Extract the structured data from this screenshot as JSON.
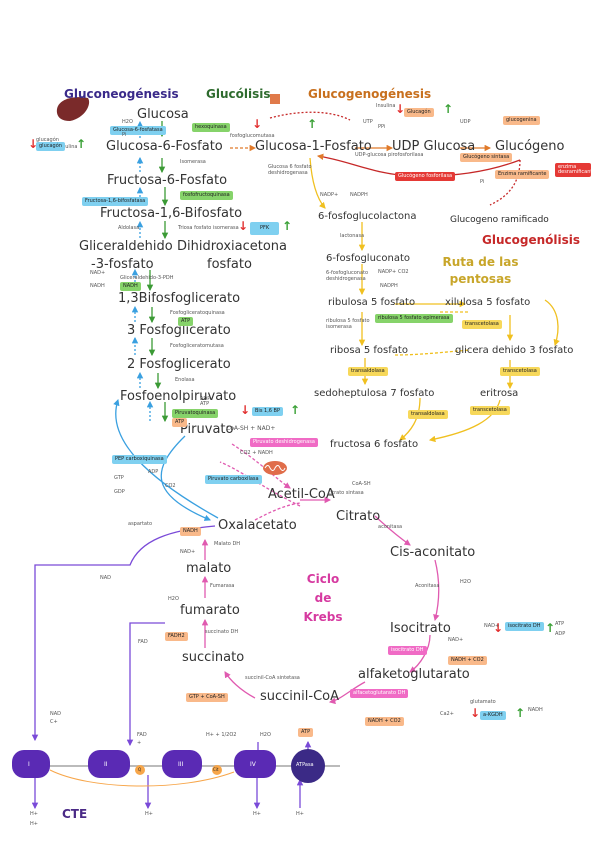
{
  "headers": {
    "gluconeogenesis": "Gluconeogénesis",
    "glycolysis": "Glucólisis",
    "glycogenesis": "Glucogenogénesis",
    "pentose": "Ruta de las pentosas",
    "glycogenolysis": "Glucogenólisis",
    "krebs": "Ciclo de Krebs",
    "cte": "CTE"
  },
  "glycolysis": {
    "glucose": "Glucosa",
    "g6p": "Glucosa-6-Fosfato",
    "f6p": "Fructosa-6-Fosfato",
    "f16bp": "Fructosa-1,6-Bifosfato",
    "gap": "Gliceraldehido",
    "gap2": "-3-fosfato",
    "dhap": "Dihidroxiacetona",
    "dhap2": "fosfato",
    "bpg": "1,3Bifosfoglicerato",
    "pg3": "3 Fosfoglicerato",
    "pg2": "2 Fosfoglicerato",
    "pep": "Fosfoenolpiruvato",
    "pyruvate": "Piruvato",
    "acetylcoa": "Acetil-CoA",
    "hexokinase": "hexoquinasa",
    "g6pase": "Glucosa-6-fosfatasa",
    "isomerase": "Isomerasa",
    "pfk1": "fosfofructoquinasa",
    "f16bpase": "Fructosa-1,6-bifosfatasa",
    "pfk": "PFK",
    "aldolase": "Aldolasa",
    "tpi": "Triosa fosfato isomerasa",
    "gapdh": "Gliceraldehido-3-PDH",
    "gapdh_tag": "NADH",
    "pgk": "Fosfogliceratoquinasa",
    "pgk_atp": "ATP",
    "pgm": "Fosfogliceratomutasa",
    "enolase": "Enolasa",
    "pk": "Piruvatoquinasa",
    "pk_atp": "ATP",
    "pk_mod": "Bis 1,6 BP",
    "pdh": "Piruvato deshidrogenasa",
    "pepck": "PEP carboxiquinasa",
    "pc": "Piruvato carboxilasa",
    "cofactor_pdh": "CoA-SH + NAD+",
    "cofactor_pdh2": "CO2 + NADH",
    "gtp": "GTP",
    "gdp": "GDP",
    "co2": "CO2",
    "adp": "ADP",
    "atp": "ATP",
    "nad": "NAD+",
    "nadh": "NADH",
    "insulin": "Insulina",
    "glucagon": "glucagón",
    "glucagon_small": "glucagón",
    "atp_small": "ATP",
    "adp_small": "ADP",
    "pi": "Pi",
    "h2o": "H2O"
  },
  "glycogen": {
    "g1p": "Glucosa-1-Fosfato",
    "udpg": "UDP Glucosa",
    "glycogen": "Glucógeno",
    "pgm": "fosfoglucomutasa",
    "udpgpp": "UDP-glucosa pirofosforilasa",
    "glycogenin": "glucogenina",
    "gs": "Glucógeno sintasa",
    "branching": "Enzima ramificante",
    "gp": "Glucógeno fosforilasa",
    "debranch": "enzima desramificante",
    "branched": "Glucogeno ramificado",
    "insulin": "Insulina",
    "glucagon": "Glucagón",
    "utp": "UTP",
    "ppi": "PPi",
    "udp": "UDP",
    "pi": "Pi"
  },
  "pentose": {
    "g6pdh": "Glucosa 6 fosfato deshidrogenasa",
    "lactone": "6-fosfoglucolactona",
    "lactonase": "lactonasa",
    "gluconate": "6-fosfogluconato",
    "pgdh": "6-fosfogluconato deshidrogenasa",
    "ru5p": "ribulosa 5 fosfato",
    "x5p": "xilulosa 5 fosfato",
    "r5p": "ribosa 5 fosfato",
    "g3p": "glicera dehido 3 fosfato",
    "s7p": "sedoheptulosa 7 fosfato",
    "e4p": "eritrosa",
    "f6p": "fructosa 6 fosfato",
    "isomerase": "ribulosa 5 fosfato isomerasa",
    "epimerase": "ribulosa 5 fosfato epimerasa",
    "transketolase": "transcetolasa",
    "transaldolase": "transaldolasa",
    "transaldolase2": "transaldolasa",
    "transketolase2": "transcetolasa",
    "nadp": "NADP+",
    "nadph": "NADPH",
    "nadp2": "NADP+",
    "nadph2": "NADPH",
    "co2": "CO2"
  },
  "krebs": {
    "oaa": "Oxalacetato",
    "citrate": "Citrato",
    "cisaco": "Cis-aconitato",
    "isocitrate": "Isocitrato",
    "akg": "alfaketoglutarato",
    "succcoa": "succinil-CoA",
    "succinate": "succinato",
    "fumarate": "fumarato",
    "malate": "malato",
    "cs": "citrato sintasa",
    "aconitase": "aconitasa",
    "aconitase2": "Aconitasa",
    "idh": "isocitrato DH",
    "idh_tag": "NADH + CO2",
    "idh_mod": "isocitrato DH",
    "akgdh": "alfacetoglutarato DH",
    "akgdh_tag": "NADH + CO2",
    "akg_mod": "a-KGDH",
    "scs": "succinil-CoA sintetasa",
    "scs_tag": "GTP + CoA-SH",
    "sdh": "succinato DH",
    "sdh_tag": "FADH2",
    "fumarase": "Fumarasa",
    "mdh": "Malato DH",
    "mdh_tag": "NADH",
    "h2o": "H2O",
    "h2o2": "H2O",
    "coash": "CoA-SH",
    "nad": "NAD",
    "nad2": "NAD+",
    "fad": "FAD",
    "glutamate": "glutamato",
    "asp": "aspartato",
    "nad_tag": "NAD+",
    "isoc_small": "NAD+",
    "atp_small": "ATP",
    "adp_small": "ADP",
    "ca": "Ca2+",
    "nadh_small": "NADH"
  },
  "cte": {
    "c1": "I",
    "c2": "II",
    "c3": "III",
    "c4": "IV",
    "atpase": "ATPasa",
    "q": "Q",
    "cytc": "Cit",
    "nad": "NAD",
    "nad2": "C+",
    "fad": "FAD",
    "fadplus": "+",
    "h2o_eq": "H+ + 1/2O2",
    "h2o": "H2O",
    "atp": "ATP",
    "hplus1": "H+",
    "hplus2": "H+",
    "hplus3": "H+",
    "hplus4": "H+",
    "hplus5": "H+"
  },
  "colors": {
    "blue_tag": "#7fd0f0",
    "green_tag": "#86d36a",
    "yellow_tag": "#f7d85a",
    "orange_tag": "#f9b98a",
    "red_tag": "#e53935",
    "pink_tag": "#f06bc5",
    "gluconeo_purple": "#3a2a8a",
    "glycolysis_green": "#2e6b2e",
    "glycogen_orange": "#c8701e",
    "glycogenolysis_red": "#c62828",
    "pentose_gold": "#c8a62a",
    "krebs_magenta": "#d63aa0",
    "cte_purple": "#4a2a86"
  },
  "icons": [
    "liver-icon",
    "muscle-icon",
    "mitochondrion-icon",
    "up-arrow-icon",
    "down-arrow-icon"
  ]
}
